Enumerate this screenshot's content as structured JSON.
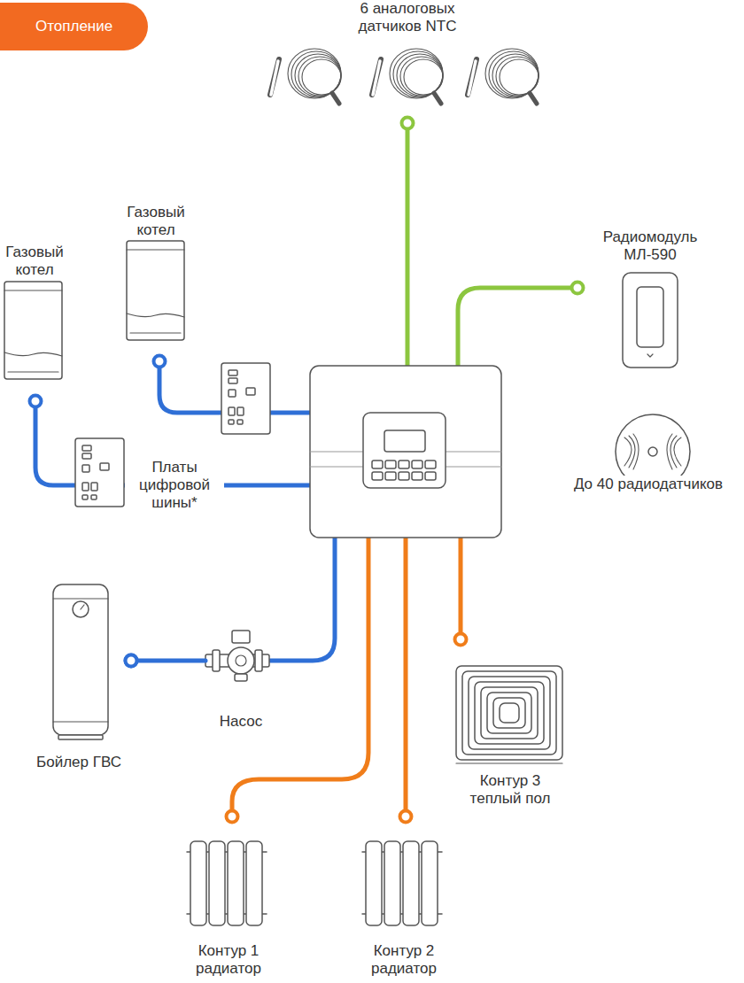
{
  "diagram": {
    "title": "Отопление",
    "nodes": [
      {
        "text": [
          "Газовый котел"
        ]
      },
      {
        "text": [
          "Газовый котел"
        ]
      },
      {
        "text": [
          "Радиомодуль МЛ-590"
        ]
      },
      {
        "text": [
          "Бойлер ГВС"
        ]
      },
      {
        "text": [
          "Насос"
        ]
      },
      {
        "text": [
          "Контур 1 радиатор"
        ]
      },
      {
        "text": [
          "Контур 2 радиатор"
        ]
      },
      {
        "text": [
          "Контур 3 теплый пол"
        ]
      }
    ],
    "edges": [
      {
        "from": 3,
        "to": 4,
        "arrow": "none"
      }
    ],
    "labels": [
      "6 аналоговых датчиков NTC",
      "Платы цифровой шины*",
      "До 40 радиодатчиков"
    ]
  }
}
